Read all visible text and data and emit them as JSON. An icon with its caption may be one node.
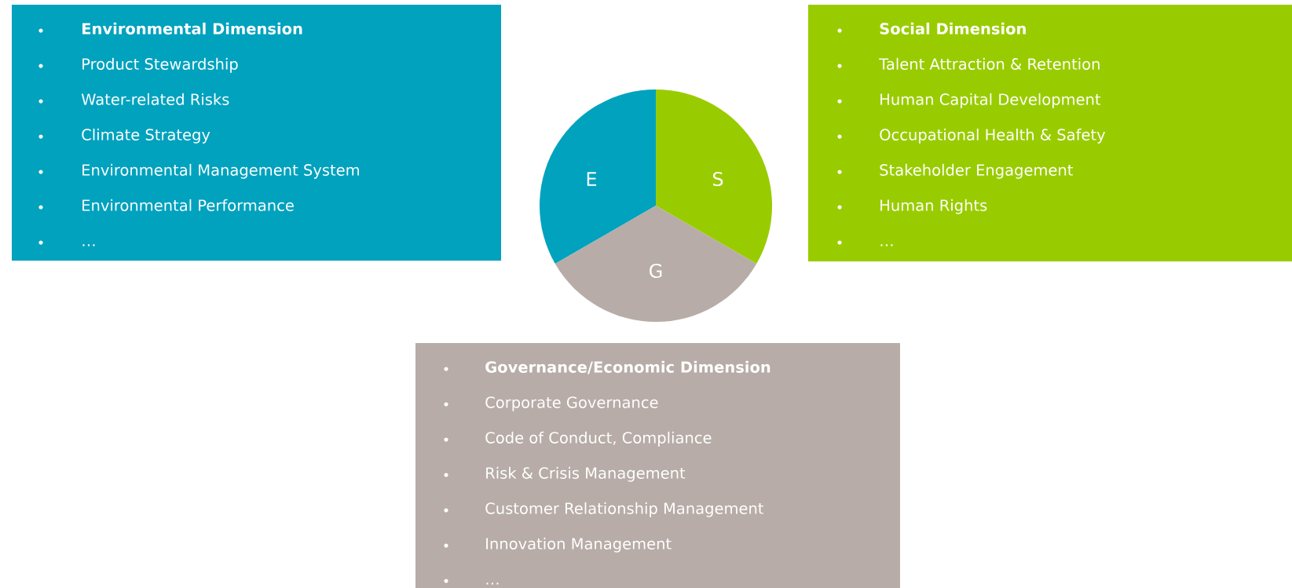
{
  "diagram": {
    "nodes": [
      {
        "text": [
          "Environmental Dimension",
          "Product Stewardship",
          "Water-related Risks",
          "Climate Strategy",
          "Environmental Management System",
          "Environmental Performance",
          "…"
        ]
      },
      {
        "text": [
          "Social Dimension",
          "Talent Attraction & Retention",
          "Human Capital Development",
          "Occupational Health & Safety",
          "Stakeholder Engagement",
          "Human Rights",
          "…"
        ]
      },
      {
        "text": [
          "E"
        ]
      },
      {
        "text": [
          "S"
        ]
      },
      {
        "text": [
          "G"
        ]
      },
      {
        "text": [
          "Governance/Economic Dimension",
          "Corporate Governance",
          "Code of Conduct, Compliance",
          "Risk & Crisis Management",
          "Customer Relationship Management",
          "Innovation Management",
          "…"
        ]
      }
    ]
  }
}
